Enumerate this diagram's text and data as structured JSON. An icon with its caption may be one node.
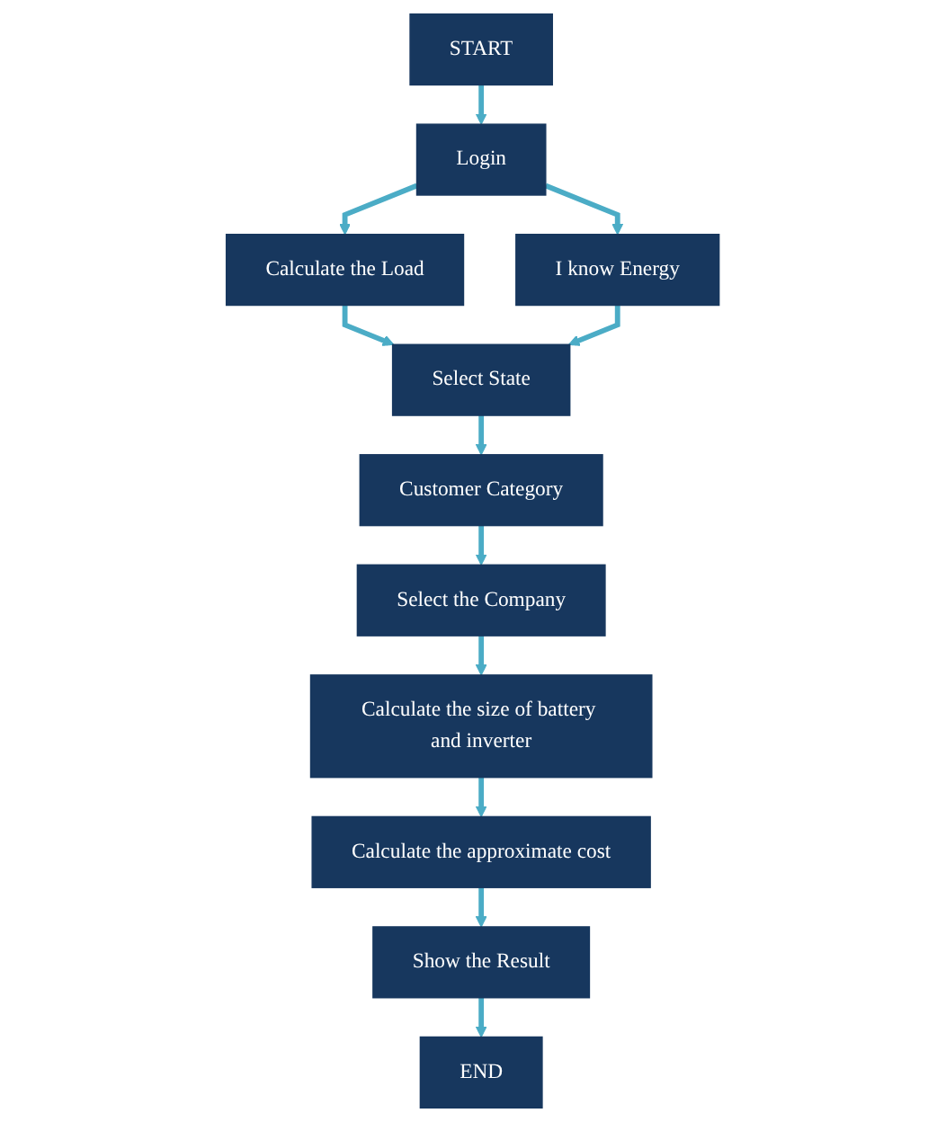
{
  "diagram": {
    "nodes": [
      {
        "text": [
          "START"
        ]
      },
      {
        "text": [
          "Login"
        ]
      },
      {
        "text": [
          "Calculate the Load"
        ]
      },
      {
        "text": [
          "I know Energy"
        ]
      },
      {
        "text": [
          "Select State"
        ]
      },
      {
        "text": [
          "Customer Category"
        ]
      },
      {
        "text": [
          "Select the Company"
        ]
      },
      {
        "text": [
          "Calculate the size of battery and inverter"
        ]
      },
      {
        "text": [
          "Calculate the approximate cost"
        ]
      },
      {
        "text": [
          "Show the Result"
        ]
      },
      {
        "text": [
          "END"
        ]
      }
    ],
    "edges": [
      {
        "from": 0,
        "to": 1,
        "arrow": "to"
      },
      {
        "from": 1,
        "to": 2,
        "arrow": "to"
      },
      {
        "from": 1,
        "to": 3,
        "arrow": "to"
      },
      {
        "from": 2,
        "to": 4,
        "arrow": "to"
      },
      {
        "from": 3,
        "to": 4,
        "arrow": "to"
      },
      {
        "from": 4,
        "to": 5,
        "arrow": "to"
      },
      {
        "from": 5,
        "to": 6,
        "arrow": "to"
      },
      {
        "from": 6,
        "to": 7,
        "arrow": "to"
      },
      {
        "from": 7,
        "to": 8,
        "arrow": "to"
      },
      {
        "from": 8,
        "to": 9,
        "arrow": "to"
      },
      {
        "from": 9,
        "to": 10,
        "arrow": "to"
      }
    ]
  }
}
